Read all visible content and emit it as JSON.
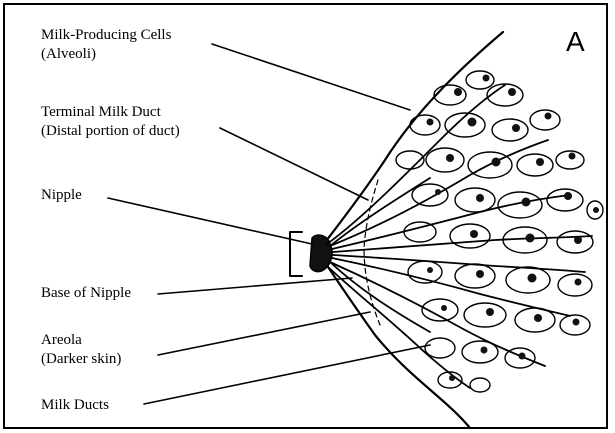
{
  "panel_letter": "A",
  "labels": {
    "alveoli_line1": "Milk-Producing Cells",
    "alveoli_line2": "(Alveoli)",
    "terminal_line1": "Terminal Milk Duct",
    "terminal_line2": "(Distal portion of duct)",
    "nipple": "Nipple",
    "base_of_nipple": "Base of Nipple",
    "areola_line1": "Areola",
    "areola_line2": "(Darker skin)",
    "milk_ducts": "Milk Ducts"
  }
}
